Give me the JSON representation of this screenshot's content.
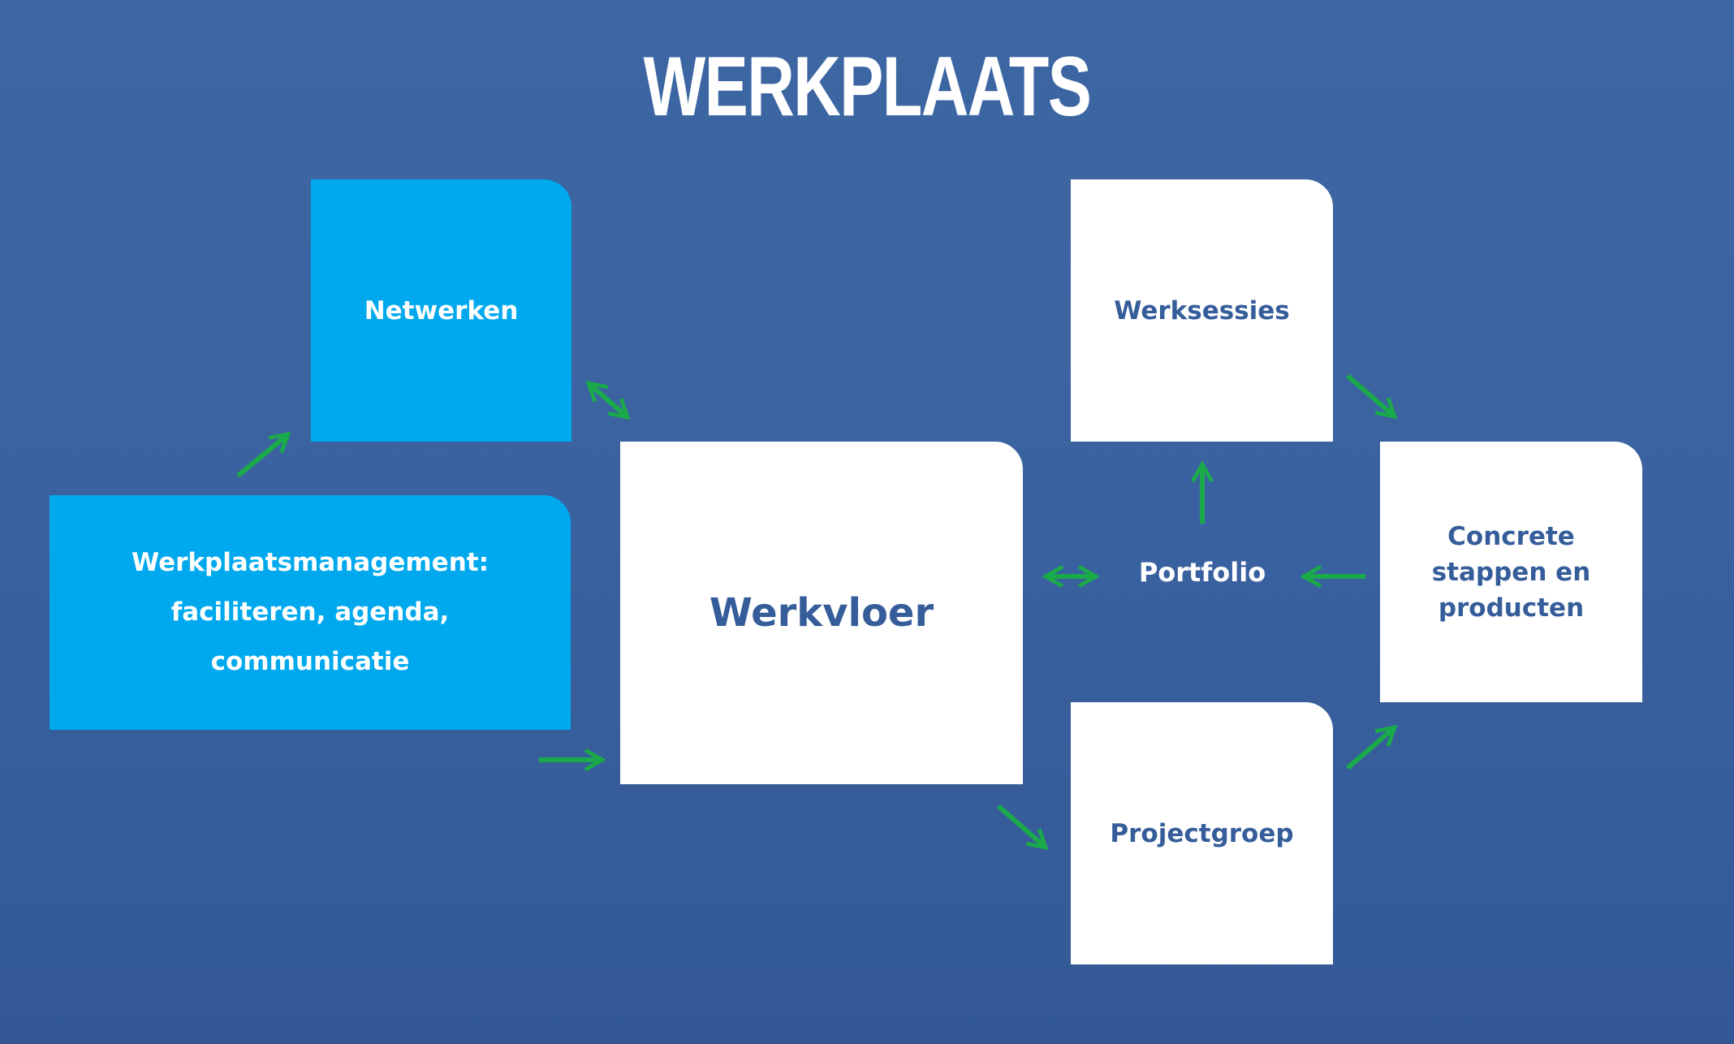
{
  "title": "WERKPLAATS",
  "nodes": {
    "netwerken": "Netwerken",
    "management": "Werkplaatsmanagement: faciliteren, agenda, communicatie",
    "werkvloer": "Werkvloer",
    "werksessies": "Werksessies",
    "concrete": "Concrete stappen en producten",
    "projectgroep": "Projectgroep",
    "portfolio": "Portfolio"
  },
  "colors": {
    "accent": "#00a9ee",
    "text": "#355d9a",
    "arrow": "#1aaa4a"
  }
}
